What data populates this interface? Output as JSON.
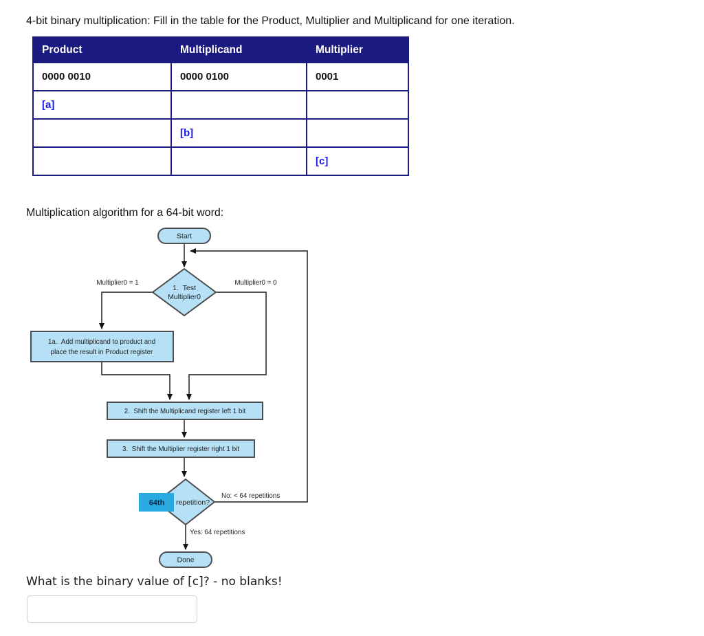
{
  "page": {
    "title": "4-bit binary multiplication: Fill in the table for the Product, Multiplier and Multiplicand for one iteration."
  },
  "table": {
    "headers": [
      "Product",
      "Multiplicand",
      "Multiplier"
    ],
    "rows": [
      [
        "0000 0010",
        "0000 0100",
        "0001"
      ],
      [
        "[a]",
        "",
        ""
      ],
      [
        "",
        "[b]",
        ""
      ],
      [
        "",
        "",
        "[c]"
      ]
    ]
  },
  "flowchart": {
    "heading": "Multiplication algorithm for a 64-bit word:",
    "start_label": "Start",
    "decision1_line1": "1.  Test",
    "decision1_line2": "Multiplier0",
    "branch_left_label": "Multiplier0 = 1",
    "branch_right_label": "Multiplier0 = 0",
    "box1a_line1": "1a.  Add multiplicand to product and",
    "box1a_line2": "place the result in Product register",
    "box2_label": "2.  Shift the Multiplicand register left 1 bit",
    "box3_label": "3.  Shift the Multiplier register right 1 bit",
    "highlight_label": "64th",
    "decision2_label": "repetition?",
    "no_label": "No: < 64 repetitions",
    "yes_label": "Yes: 64 repetitions",
    "done_label": "Done"
  },
  "question": {
    "prompt": "What is the binary value of [c]? - no blanks!",
    "answer_value": ""
  },
  "colors": {
    "table_navy": "#1A1A80",
    "placeholder_blue": "#1A1AF0",
    "shape_fill": "#B5E0F5",
    "shape_border": "#4d4d4d",
    "highlight_blue": "#29ABE2"
  }
}
